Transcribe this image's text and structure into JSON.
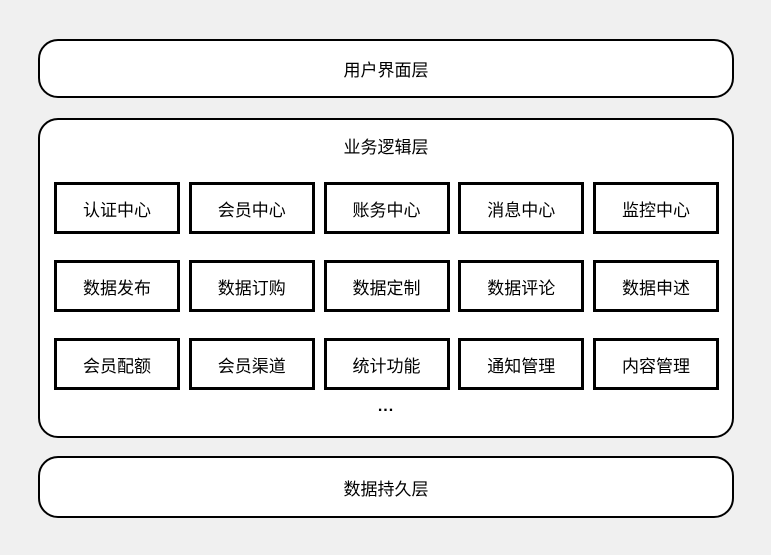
{
  "colors": {
    "background": "#f0f0f0",
    "box_fill": "#ffffff",
    "border": "#000000"
  },
  "layers": {
    "ui": {
      "label": "用户界面层"
    },
    "business": {
      "label": "业务逻辑层",
      "modules": [
        [
          "认证中心",
          "会员中心",
          "账务中心",
          "消息中心",
          "监控中心"
        ],
        [
          "数据发布",
          "数据订购",
          "数据定制",
          "数据评论",
          "数据申述"
        ],
        [
          "会员配额",
          "会员渠道",
          "统计功能",
          "通知管理",
          "内容管理"
        ]
      ],
      "ellipsis": "..."
    },
    "persistence": {
      "label": "数据持久层"
    }
  }
}
